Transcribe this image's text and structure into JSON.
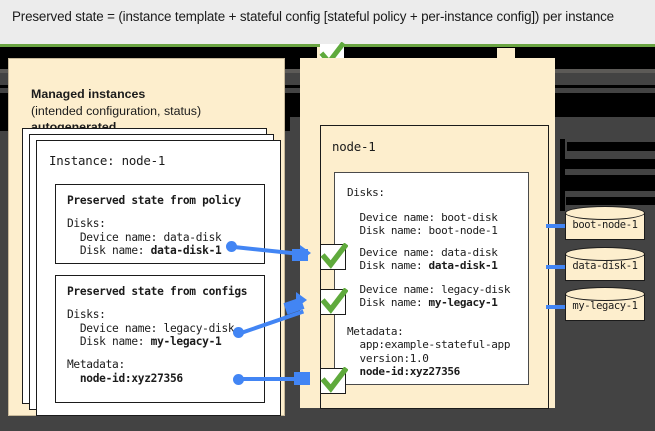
{
  "header": {
    "caption": "Preserved state = (instance template + stateful config [stateful policy + per-instance config]) per instance"
  },
  "colors": {
    "page_background": "#ececec",
    "canvas_dark": "#434343",
    "panel_cream": "#fdeecd",
    "accent_blue": "#4285f4",
    "accent_green": "#6aa442",
    "check_green": "#5faa3c",
    "text": "#1b1b1b"
  },
  "left_panel": {
    "title_line1": "Managed instances",
    "title_line2": "(intended configuration, status)",
    "title_line3": "autogenerated",
    "instance_label": "Instance: node-1",
    "policy_box": {
      "heading": "Preserved state from policy",
      "disks_label": "Disks:",
      "device_name": "  Device name: data-disk",
      "disk_name_prefix": "  Disk name: ",
      "disk_name_value": "data-disk-1"
    },
    "configs_box": {
      "heading": "Preserved state from configs",
      "disks_label": "Disks:",
      "device_name": "  Device name: legacy-disk",
      "disk_name_prefix": "  Disk name: ",
      "disk_name_value": "my-legacy-1",
      "metadata_label": "Metadata:",
      "metadata_value": "  node-id:xyz27356"
    }
  },
  "right_panel": {
    "node_title": "node-1",
    "disks_label": "Disks:",
    "boot": {
      "device_name": "  Device name: boot-disk",
      "disk_name": "  Disk name: boot-node-1"
    },
    "data": {
      "device_name": "  Device name: data-disk",
      "disk_name_prefix": "  Disk name: ",
      "disk_name_value": "data-disk-1"
    },
    "legacy": {
      "device_name": "  Device name: legacy-disk",
      "disk_name_prefix": "  Disk name: ",
      "disk_name_value": "my-legacy-1"
    },
    "metadata": {
      "label": "Metadata:",
      "line1": "  app:example-stateful-app",
      "line2": "  version:1.0",
      "line3": "  node-id:xyz27356"
    }
  },
  "disks": [
    {
      "label": "boot-node-1"
    },
    {
      "label": "data-disk-1"
    },
    {
      "label": "my-legacy-1"
    }
  ],
  "icons": {
    "check": "check-mark-icon"
  }
}
